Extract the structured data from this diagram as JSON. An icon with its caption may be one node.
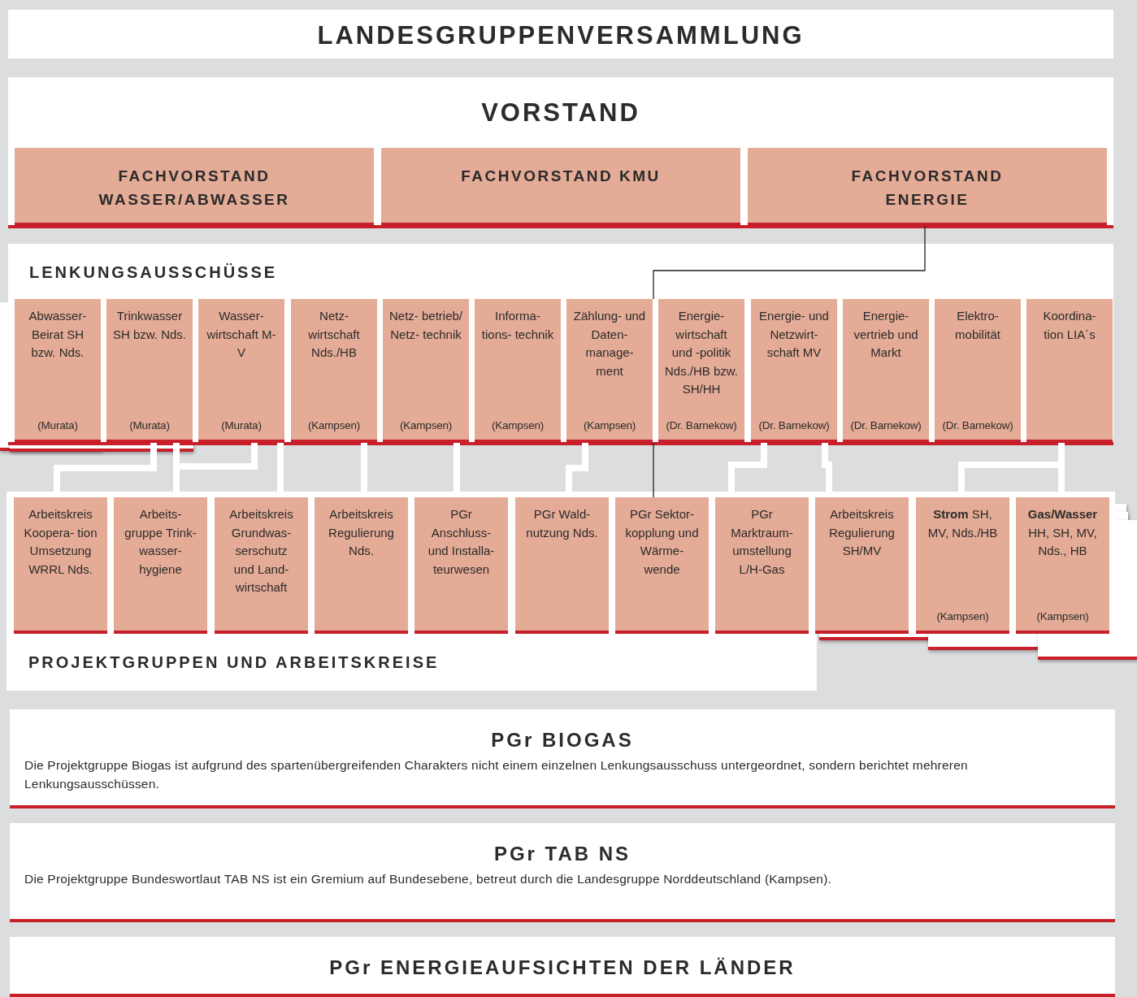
{
  "diagram": {
    "nodes": [
      {
        "text": [
          "LANDESGRUPPENVERSAMMLUNG"
        ]
      },
      {
        "text": [
          "VORSTAND"
        ]
      },
      {
        "text": [
          "FACHVORSTAND WASSER/ABWASSER"
        ],
        "in": 1
      },
      {
        "text": [
          "FACHVORSTAND KMU"
        ],
        "in": 1
      },
      {
        "text": [
          "FACHVORSTAND ENERGIE"
        ],
        "in": 1
      },
      {
        "text": [
          "LENKUNGSAUSSCHÜSSE"
        ]
      },
      {
        "text": [
          "Abwasser- Beirat SH bzw. Nds.",
          "(Murata)"
        ],
        "in": 5
      },
      {
        "text": [
          "Trinkwasser SH bzw. Nds.",
          "(Murata)"
        ],
        "in": 5
      },
      {
        "text": [
          "Wasser- wirtschaft M-V",
          "(Murata)"
        ],
        "in": 5
      },
      {
        "text": [
          "Netz- wirtschaft Nds./HB",
          "(Kampsen)"
        ],
        "in": 5
      },
      {
        "text": [
          "Netz- betrieb/ Netz- technik",
          "(Kampsen)"
        ],
        "in": 5
      },
      {
        "text": [
          "Informa- tions- technik",
          "(Kampsen)"
        ],
        "in": 5
      },
      {
        "text": [
          "Zählung- und Daten- manage- ment",
          "(Kampsen)"
        ],
        "in": 5
      },
      {
        "text": [
          "Energie- wirtschaft und -politik Nds./HB bzw. SH/HH",
          "(Dr. Barnekow)"
        ],
        "in": 5
      },
      {
        "text": [
          "Energie- und Netzwirt- schaft MV",
          "(Dr. Barnekow)"
        ],
        "in": 5
      },
      {
        "text": [
          "Energie- vertrieb und Markt",
          "(Dr. Barnekow)"
        ],
        "in": 5
      },
      {
        "text": [
          "Elektro- mobilität",
          "(Dr. Barnekow)"
        ],
        "in": 5
      },
      {
        "text": [
          "Koordina- tion LIA´s"
        ],
        "in": 5
      },
      {
        "text": [
          "PROJEKTGRUPPEN UND ARBEITSKREISE"
        ]
      },
      {
        "text": [
          "Arbeitskreis Koopera- tion Umsetzung WRRL Nds."
        ],
        "in": 18
      },
      {
        "text": [
          "Arbeits- gruppe Trink- wasser- hygiene"
        ],
        "in": 18
      },
      {
        "text": [
          "Arbeitskreis Grundwas- serschutz und Land- wirtschaft"
        ],
        "in": 18
      },
      {
        "text": [
          "Arbeitskreis Regulierung Nds."
        ],
        "in": 18
      },
      {
        "text": [
          "PGr Anschluss- und Installa- teurwesen"
        ],
        "in": 18
      },
      {
        "text": [
          "PGr Wald- nutzung Nds."
        ],
        "in": 18
      },
      {
        "text": [
          "PGr Sektor- kopplung und Wärme- wende"
        ],
        "in": 18
      },
      {
        "text": [
          "PGr Marktraum- umstellung L/H-Gas"
        ],
        "in": 18
      },
      {
        "text": [
          "Arbeitskreis Regulierung SH/MV"
        ],
        "in": 18
      },
      {
        "text": [
          "**Strom** SH, MV, Nds./HB",
          "(Kampsen)"
        ],
        "in": 18
      },
      {
        "text": [
          "**Gas/Wasser** HH, SH, MV, Nds., HB",
          "(Kampsen)"
        ],
        "in": 18
      },
      {
        "text": [
          "PGr BIOGAS",
          "Die Projektgruppe Biogas ist aufgrund des spartenübergreifenden Charakters nicht einem einzelnen Lenkungsausschuss untergeordnet, sondern berichtet mehreren Lenkungsausschüssen."
        ]
      },
      {
        "text": [
          "PGr TAB NS",
          "Die Projektgruppe Bundeswortlaut TAB NS ist ein Gremium auf Bundesebene, betreut durch die Landesgruppe Norddeutschland (Kampsen)."
        ]
      },
      {
        "text": [
          "PGr ENERGIEAUFSICHTEN DER LÄNDER"
        ]
      }
    ],
    "edges": [
      {
        "from": 4,
        "to": 13,
        "arrow": "none",
        "color": "#222222"
      },
      {
        "from": 13,
        "to": 25,
        "arrow": "none",
        "color": "#222222"
      },
      {
        "from": 7,
        "to": 19,
        "arrow": "none"
      },
      {
        "from": 7,
        "to": 20,
        "arrow": "none"
      },
      {
        "from": 8,
        "to": 20,
        "arrow": "none"
      },
      {
        "from": 8,
        "to": 21,
        "arrow": "none"
      },
      {
        "from": 9,
        "to": 22,
        "arrow": "none"
      },
      {
        "from": 10,
        "to": 23,
        "arrow": "none"
      },
      {
        "from": 12,
        "to": 24,
        "arrow": "none"
      },
      {
        "from": 14,
        "to": 26,
        "arrow": "none"
      },
      {
        "from": 14,
        "to": 27,
        "arrow": "none"
      },
      {
        "from": 17,
        "to": 28,
        "arrow": "none"
      },
      {
        "from": 17,
        "to": 29,
        "arrow": "none"
      }
    ]
  }
}
